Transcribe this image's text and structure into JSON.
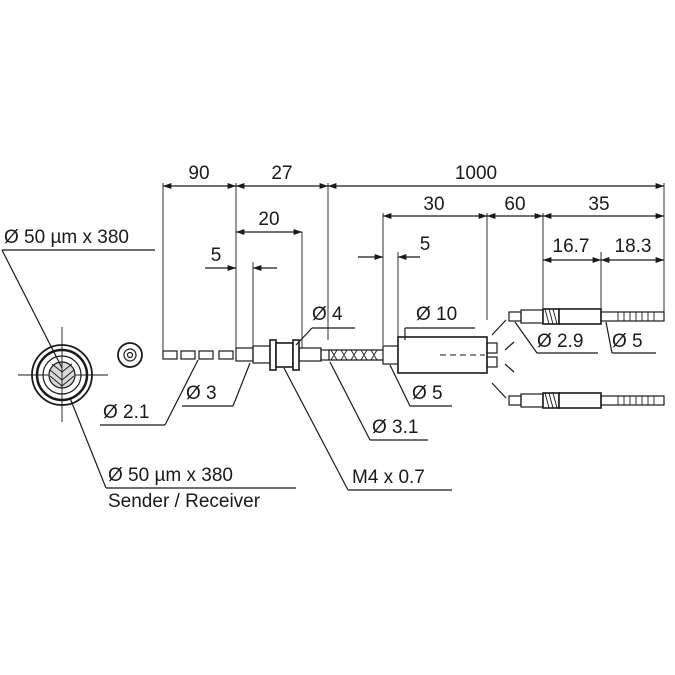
{
  "labels": {
    "d90": "90",
    "d27": "27",
    "d1000": "1000",
    "d20": "20",
    "d5a": "5",
    "d30": "30",
    "d60": "60",
    "d35": "35",
    "d5b": "5",
    "d16_7": "16.7",
    "d18_3": "18.3",
    "fiber_top": "Ø 50 µm x 380",
    "dia4": "Ø 4",
    "dia10": "Ø 10",
    "dia2_9": "Ø 2.9",
    "dia5_right": "Ø 5",
    "dia2_1": "Ø 2.1",
    "dia3": "Ø 3",
    "dia5_mid": "Ø 5",
    "dia3_1": "Ø 3.1",
    "thread": "M4 x 0.7",
    "fiber_bottom": "Ø 50 µm x 380",
    "sender_receiver": "Sender / Receiver"
  }
}
